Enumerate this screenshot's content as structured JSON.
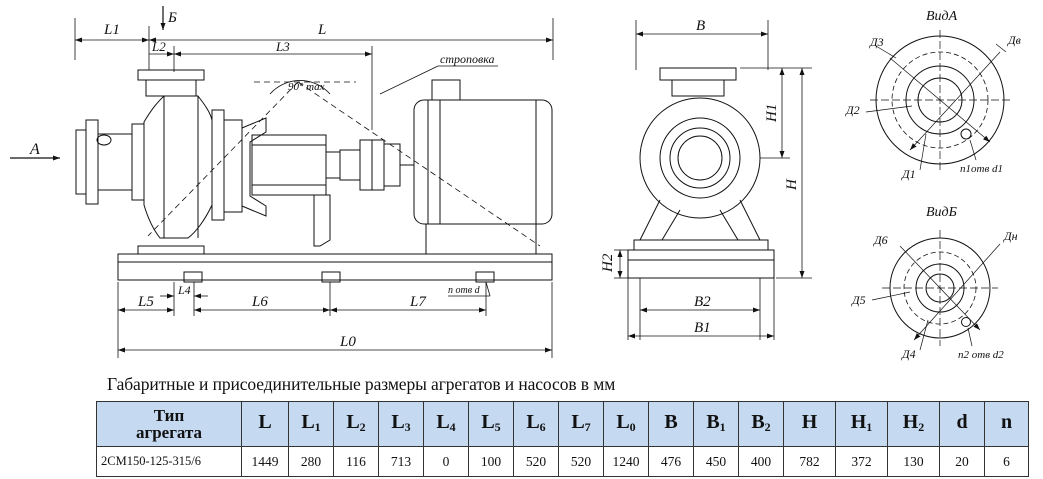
{
  "drawing": {
    "labels": {
      "L": "L",
      "L1": "L1",
      "L2": "L2",
      "L3": "L3",
      "L4": "L4",
      "L5": "L5",
      "L6": "L6",
      "L7": "L7",
      "L0": "L0",
      "B": "B",
      "B1": "B1",
      "B2": "B2",
      "H": "H",
      "H1": "H1",
      "H2": "H2",
      "arrow_A": "A",
      "arrow_B": "Б",
      "angle": "90° max",
      "rigging": "строповка",
      "holes": "n отв d",
      "view_A": "ВидА",
      "view_B": "ВидБ",
      "D3": "Д3",
      "Dv": "Дв",
      "D2": "Д2",
      "D1": "Д1",
      "n1_holes": "n1отв d1",
      "D6": "Д6",
      "Dn": "Дн",
      "D5": "Д5",
      "D4": "Д4",
      "n2_holes": "n2 отв d2"
    }
  },
  "caption": "Габаритные и присоединительные размеры агрегатов и насосов в мм",
  "table": {
    "type_header_line1": "Тип",
    "type_header_line2": "агрегата",
    "headers": [
      {
        "base": "L",
        "sub": ""
      },
      {
        "base": "L",
        "sub": "1"
      },
      {
        "base": "L",
        "sub": "2"
      },
      {
        "base": "L",
        "sub": "3"
      },
      {
        "base": "L",
        "sub": "4"
      },
      {
        "base": "L",
        "sub": "5"
      },
      {
        "base": "L",
        "sub": "6"
      },
      {
        "base": "L",
        "sub": "7"
      },
      {
        "base": "L",
        "sub": "0"
      },
      {
        "base": "B",
        "sub": ""
      },
      {
        "base": "B",
        "sub": "1"
      },
      {
        "base": "B",
        "sub": "2"
      },
      {
        "base": "H",
        "sub": ""
      },
      {
        "base": "H",
        "sub": "1"
      },
      {
        "base": "H",
        "sub": "2"
      },
      {
        "base": "d",
        "sub": ""
      },
      {
        "base": "n",
        "sub": ""
      }
    ],
    "row": {
      "type": "2СМ150-125-315/6",
      "values": [
        "1449",
        "280",
        "116",
        "713",
        "0",
        "100",
        "520",
        "520",
        "1240",
        "476",
        "450",
        "400",
        "782",
        "372",
        "130",
        "20",
        "6"
      ]
    }
  }
}
